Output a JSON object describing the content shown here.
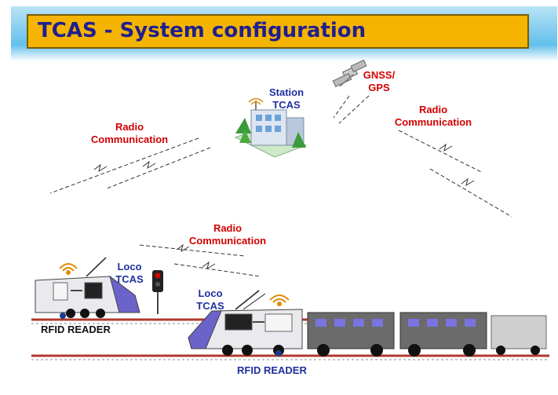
{
  "title": "TCAS - System configuration",
  "labels": {
    "station_line1": "Station",
    "station_line2": "TCAS",
    "gnss_line1": "GNSS/",
    "gnss_line2": "GPS",
    "radio_left_line1": "Radio",
    "radio_left_line2": "Communication",
    "radio_right_line1": "Radio",
    "radio_right_line2": "Communication",
    "radio_middle_line1": "Radio",
    "radio_middle_line2": "Communication",
    "loco_left_line1": "Loco",
    "loco_left_line2": "TCAS",
    "loco_right_line1": "Loco",
    "loco_right_line2": "TCAS",
    "rfid_left": "RFID READER",
    "rfid_right": "RFID READER"
  },
  "colors": {
    "title_bg": "#f4b400",
    "title_text": "#1f1f8f",
    "label_red": "#d00000",
    "label_blue": "#1f2f9f",
    "rail": "#b03a2e"
  },
  "icons": [
    "satellite-icon",
    "station-building-icon",
    "signal-light-icon",
    "wireless-antenna-icon"
  ]
}
